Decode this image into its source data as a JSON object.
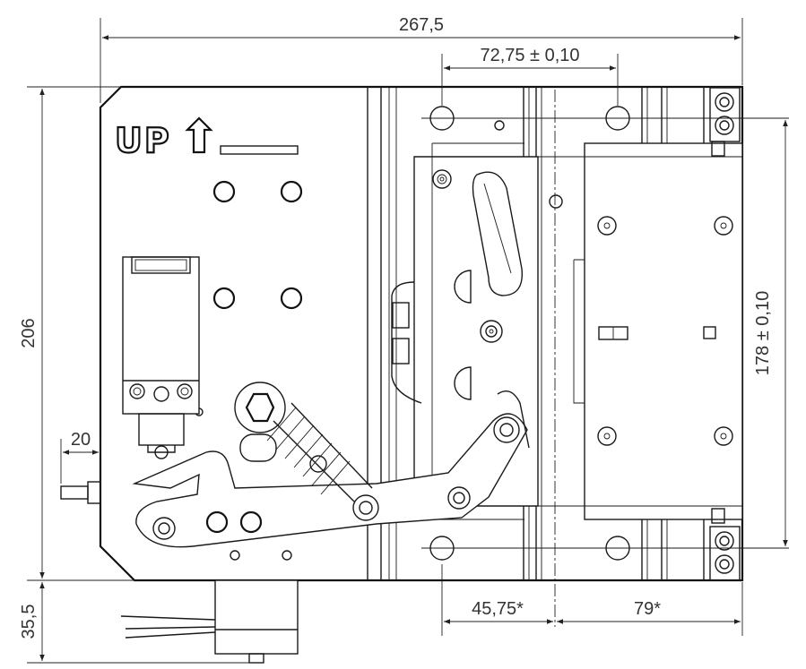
{
  "dimensions": {
    "overall_width": "267,5",
    "hole_spacing": "72,75 ± 0,10",
    "overall_height": "206",
    "vertical_hole_spacing": "178 ± 0,10",
    "left_offset": "20",
    "bottom_extension": "35,5",
    "bottom_left": "45,75*",
    "bottom_right": "79*"
  },
  "label": {
    "up_text": "UP"
  },
  "icons": {
    "up_arrow": "up-arrow-icon"
  }
}
